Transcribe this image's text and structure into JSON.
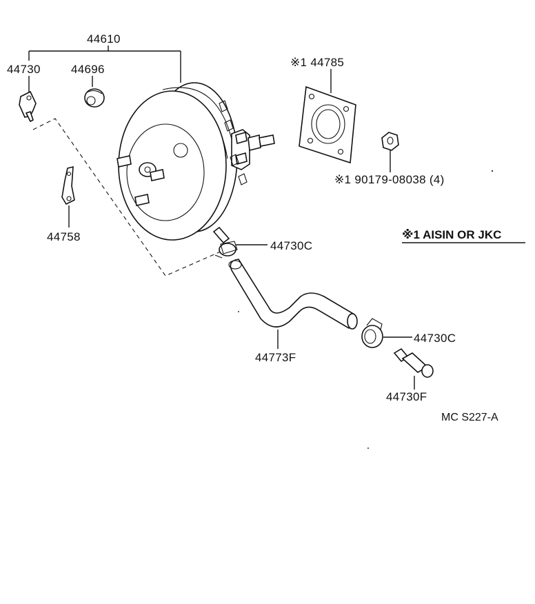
{
  "diagram": {
    "labels": {
      "booster_assy": "44610",
      "check_valve": "44730",
      "grommet": "44696",
      "gasket": "※1 44785",
      "nut": "※1 90179-08038 (4)",
      "bracket": "44758",
      "clip_upper": "44730C",
      "hose": "44773F",
      "clip_lower": "44730C",
      "union": "44730F"
    },
    "note": "※1 AISIN OR JKC",
    "reference_code": "MC S227-A"
  }
}
